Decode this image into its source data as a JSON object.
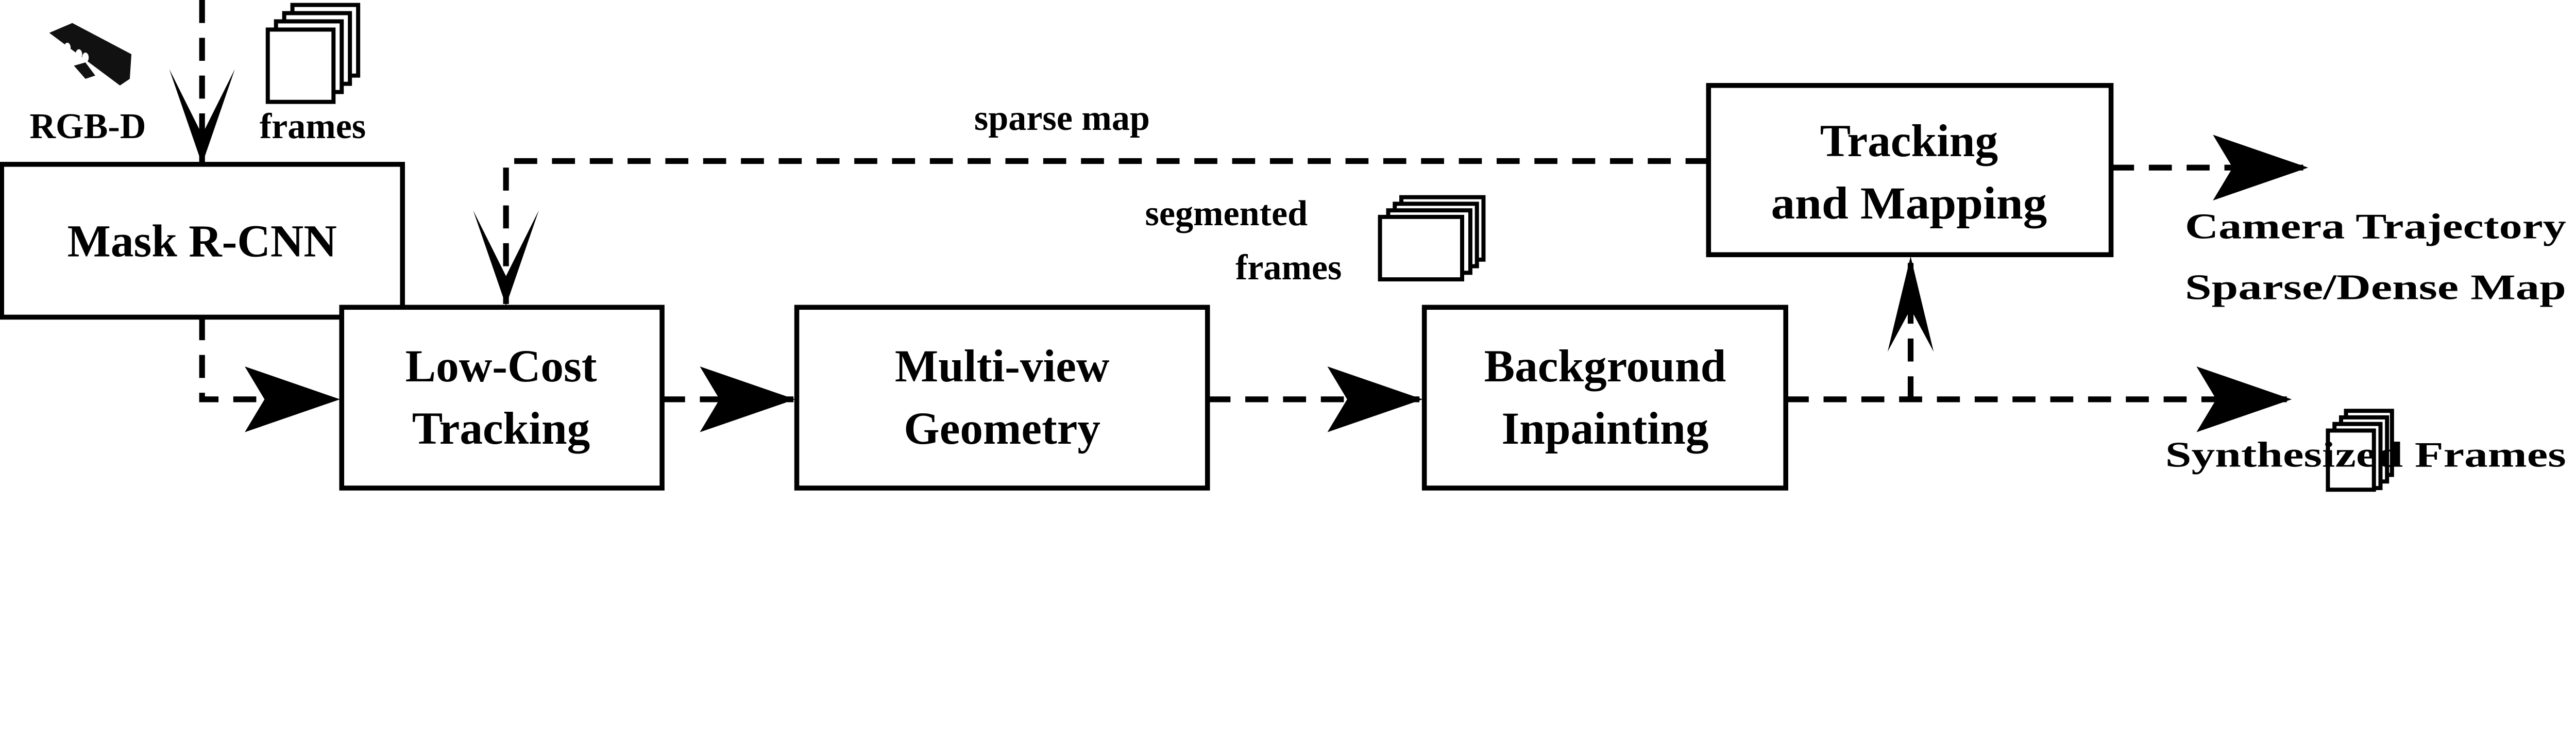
{
  "inputs": {
    "sensor": "RGB-D",
    "frames": "frames"
  },
  "boxes": {
    "mask_rcnn": "Mask R-CNN",
    "low_cost_tracking": [
      "Low-Cost",
      "Tracking"
    ],
    "multi_view_geometry": [
      "Multi-view",
      "Geometry"
    ],
    "background_inpainting": [
      "Background",
      "Inpainting"
    ],
    "tracking_mapping": [
      "Tracking",
      "and Mapping"
    ]
  },
  "edge_labels": {
    "sparse_map": "sparse map",
    "segmented_frames": [
      "segmented",
      "frames"
    ]
  },
  "outputs": {
    "camera_trajectory": "Camera Trajectory",
    "map": "Sparse/Dense Map",
    "synthesized_frames": "Synthesized Frames"
  },
  "icons": {
    "sensor": "kinect-camera-icon",
    "frames": "frame-stack-icon"
  }
}
